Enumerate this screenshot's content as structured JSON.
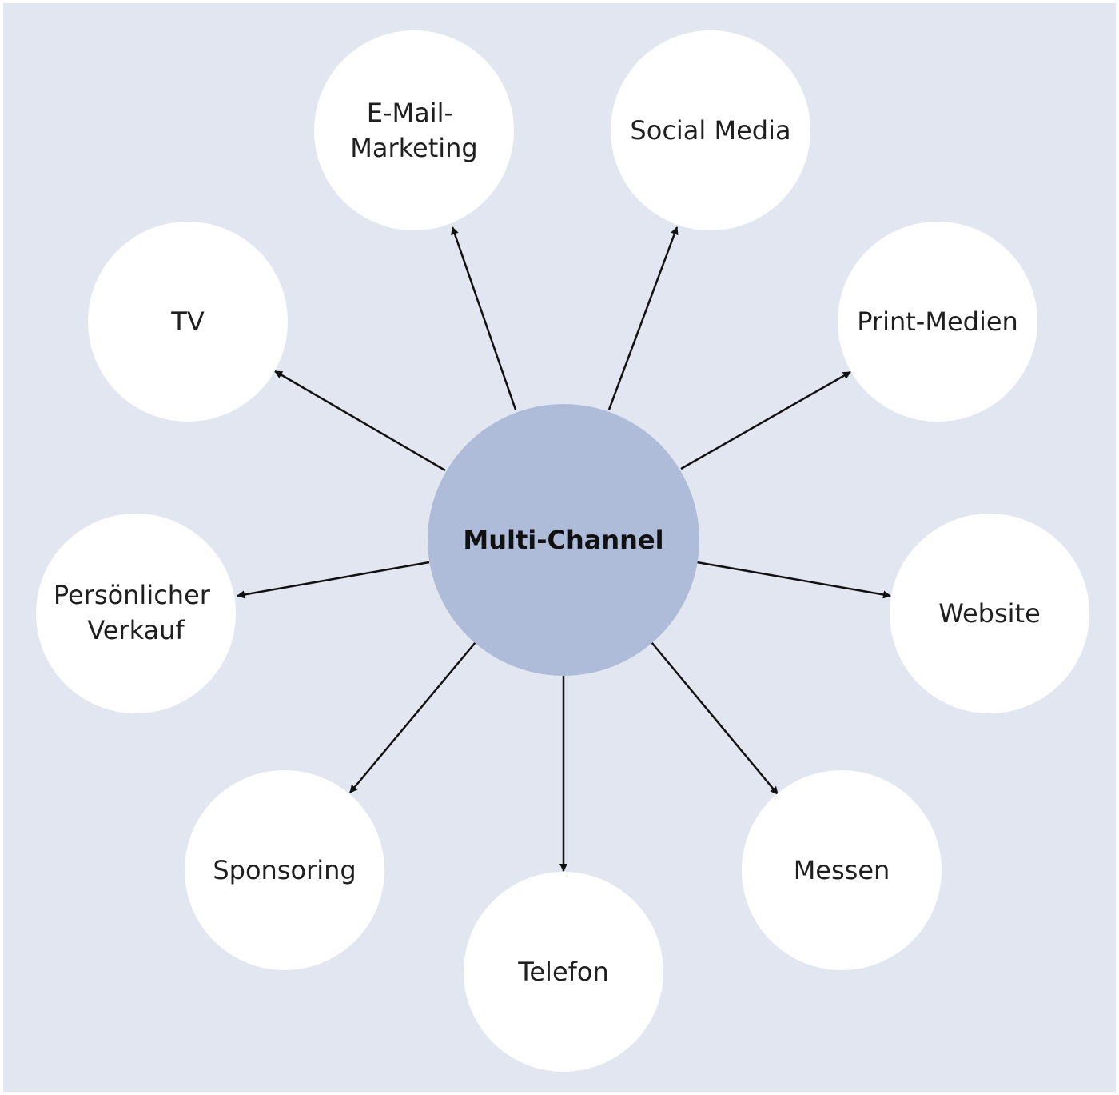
{
  "diagram": {
    "center": {
      "label": "Multi-Channel"
    },
    "channels": [
      {
        "id": "email",
        "lines": [
          "E-Mail-",
          "Marketing"
        ]
      },
      {
        "id": "social",
        "lines": [
          "Social Media"
        ]
      },
      {
        "id": "tv",
        "lines": [
          "TV"
        ]
      },
      {
        "id": "print",
        "lines": [
          "Print-Medien"
        ]
      },
      {
        "id": "personal",
        "lines": [
          "Persönlicher",
          "Verkauf"
        ]
      },
      {
        "id": "website",
        "lines": [
          "Website"
        ]
      },
      {
        "id": "sponsoring",
        "lines": [
          "Sponsoring"
        ]
      },
      {
        "id": "phone",
        "lines": [
          "Telefon"
        ]
      },
      {
        "id": "fairs",
        "lines": [
          "Messen"
        ]
      }
    ]
  },
  "colors": {
    "background": "#e1e6f1",
    "center_fill": "#aebcd9",
    "node_fill": "#ffffff",
    "arrow": "#111111",
    "text": "#1f1f1f"
  }
}
